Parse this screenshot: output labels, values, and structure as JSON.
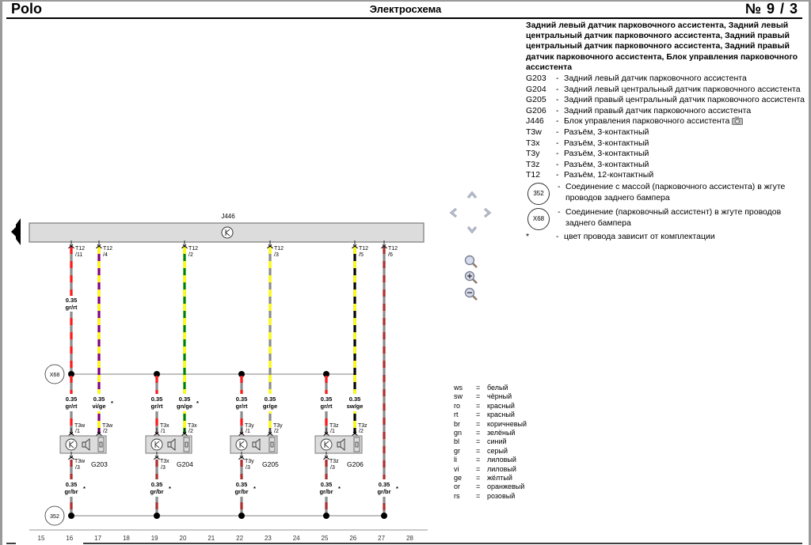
{
  "header": {
    "model": "Polo",
    "title": "Электросхема",
    "page": "№  9 / 3"
  },
  "legend": {
    "title": "Задний левый датчик парковочного ассистента, Задний левый центральный датчик парковочного ассистента, Задний правый центральный датчик парковочного ассистента, Задний правый датчик парковочного ассистента, Блок управления парковочного ассистента",
    "items": [
      {
        "code": "G203",
        "desc": "Задний левый датчик парковочного ассистента"
      },
      {
        "code": "G204",
        "desc": "Задний левый центральный датчик парковочного ассистента"
      },
      {
        "code": "G205",
        "desc": "Задний правый центральный датчик парковочного ассистента"
      },
      {
        "code": "G206",
        "desc": "Задний правый датчик парковочного ассистента"
      },
      {
        "code": "J446",
        "desc": "Блок управления парковочного ассистента",
        "icon": "camera-icon"
      },
      {
        "code": "T3w",
        "desc": "Разъём, 3-контактный"
      },
      {
        "code": "T3x",
        "desc": "Разъём, 3-контактный"
      },
      {
        "code": "T3y",
        "desc": "Разъём, 3-контактный"
      },
      {
        "code": "T3z",
        "desc": "Разъём, 3-контактный"
      },
      {
        "code": "T12",
        "desc": "Разъём, 12-контактный"
      }
    ],
    "circled": [
      {
        "code": "352",
        "desc": "Соединение с массой (парковочного ассистента) в жгуте проводов заднего бампера"
      },
      {
        "code": "X68",
        "desc": "Соединение (парковочный ассистент) в жгуте проводов заднего бампера"
      }
    ],
    "note": {
      "code": "*",
      "desc": "цвет провода зависит от комплектации"
    },
    "dash": "-"
  },
  "wire_colors": {
    "eq": "=",
    "items": [
      {
        "code": "ws",
        "name": "белый"
      },
      {
        "code": "sw",
        "name": "чёрный"
      },
      {
        "code": "ro",
        "name": "красный"
      },
      {
        "code": "rt",
        "name": "красный"
      },
      {
        "code": "br",
        "name": "коричневый"
      },
      {
        "code": "gn",
        "name": "зелёный"
      },
      {
        "code": "bl",
        "name": "синий"
      },
      {
        "code": "gr",
        "name": "серый"
      },
      {
        "code": "li",
        "name": "лиловый"
      },
      {
        "code": "vi",
        "name": "лиловый"
      },
      {
        "code": "ge",
        "name": "жёлтый"
      },
      {
        "code": "or",
        "name": "оранжевый"
      },
      {
        "code": "rs",
        "name": "розовый"
      }
    ]
  },
  "navigation": {
    "pan_up": "pan-up",
    "pan_down": "pan-down",
    "pan_left": "pan-left",
    "pan_right": "pan-right",
    "zoom_fit": "zoom-fit",
    "zoom_in": "zoom-in",
    "zoom_out": "zoom-out"
  },
  "schematic": {
    "control_unit": "J446",
    "ground_point": "352",
    "junction": "X68",
    "palette": {
      "gr": "#8c8c8c",
      "rt": "#ff1a1a",
      "vi": "#800080",
      "ge": "#ffff00",
      "gn": "#008000",
      "sw": "#000000",
      "br": "#b03030"
    },
    "top_wires": [
      {
        "col": 16,
        "pin_conn": "T12",
        "pin": "/11",
        "gauge": "0.35",
        "color": "gr/rt",
        "stripes": [
          "gr",
          "rt"
        ]
      },
      {
        "col": 17,
        "pin_conn": "T12",
        "pin": "/4",
        "gauge": "",
        "color": "",
        "stripes": [
          "vi",
          "ge"
        ]
      },
      {
        "col": 20,
        "pin_conn": "T12",
        "pin": "/2",
        "gauge": "",
        "color": "",
        "stripes": [
          "gn",
          "ge"
        ]
      },
      {
        "col": 23,
        "pin_conn": "T12",
        "pin": "/3",
        "gauge": "",
        "color": "",
        "stripes": [
          "gr",
          "ge"
        ]
      },
      {
        "col": 26,
        "pin_conn": "T12",
        "pin": "/5",
        "gauge": "",
        "color": "",
        "stripes": [
          "sw",
          "ge"
        ]
      },
      {
        "col": 27,
        "pin_conn": "T12",
        "pin": "/6",
        "gauge": "",
        "color": "",
        "stripes": [
          "gr",
          "br"
        ]
      }
    ],
    "sensors": [
      {
        "id": "G203",
        "conn": "T3w",
        "sig_col": 16,
        "sup_col": 17,
        "sig": {
          "gauge": "0.35",
          "color": "gr/rt",
          "pin": "/1"
        },
        "sup": {
          "gauge": "0.35",
          "color": "vi/ge",
          "pin": "/2",
          "star": "*",
          "stripes": [
            "vi",
            "ge"
          ]
        },
        "gnd": {
          "gauge": "0.35",
          "color": "gr/br",
          "pin": "/3",
          "star": "*"
        }
      },
      {
        "id": "G204",
        "conn": "T3x",
        "sig_col": 19,
        "sup_col": 20,
        "sig": {
          "gauge": "0.35",
          "color": "gr/rt",
          "pin": "/1"
        },
        "sup": {
          "gauge": "0.35",
          "color": "gn/ge",
          "pin": "/2",
          "star": "*",
          "stripes": [
            "gn",
            "ge"
          ]
        },
        "gnd": {
          "gauge": "0.35",
          "color": "gr/br",
          "pin": "/3",
          "star": "*"
        }
      },
      {
        "id": "G205",
        "conn": "T3y",
        "sig_col": 22,
        "sup_col": 23,
        "sig": {
          "gauge": "0.35",
          "color": "gr/rt",
          "pin": "/1"
        },
        "sup": {
          "gauge": "0.35",
          "color": "gr/ge",
          "pin": "/2",
          "star": "",
          "stripes": [
            "gr",
            "ge"
          ]
        },
        "gnd": {
          "gauge": "0.35",
          "color": "gr/br",
          "pin": "/3",
          "star": "*"
        }
      },
      {
        "id": "G206",
        "conn": "T3z",
        "sig_col": 25,
        "sup_col": 26,
        "sig": {
          "gauge": "0.35",
          "color": "gr/rt",
          "pin": "/1"
        },
        "sup": {
          "gauge": "0.35",
          "color": "sw/ge",
          "pin": "/2",
          "star": "",
          "stripes": [
            "sw",
            "ge"
          ]
        },
        "gnd": {
          "gauge": "0.35",
          "color": "gr/br",
          "pin": "/3",
          "star": "*"
        }
      }
    ],
    "ground_wire_27": {
      "gauge": "0.35",
      "color": "gr/br",
      "star": "*"
    },
    "columns": [
      "15",
      "16",
      "17",
      "18",
      "19",
      "20",
      "21",
      "22",
      "23",
      "24",
      "25",
      "26",
      "27",
      "28"
    ]
  }
}
